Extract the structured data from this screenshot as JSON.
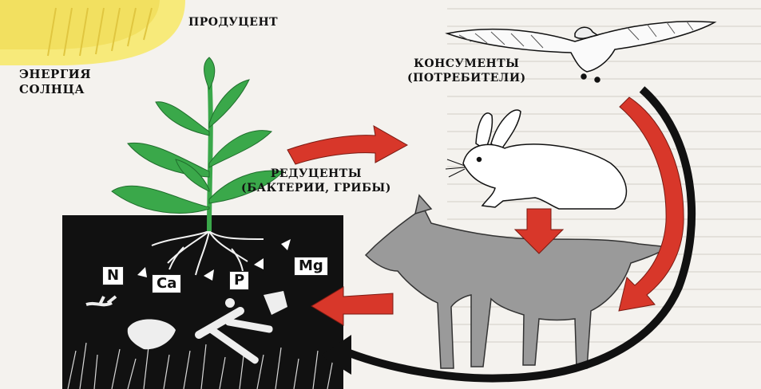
{
  "labels": {
    "sun_line1": "ЭНЕРГИЯ",
    "sun_line2": "СОЛНЦА",
    "producer": "ПРОДУЦЕНТ",
    "consumers_line1": "КОНСУМЕНТЫ",
    "consumers_line2": "(ПОТРЕБИТЕЛИ)",
    "decomposers_line1": "РЕДУЦЕНТЫ",
    "decomposers_line2": "(БАКТЕРИИ, ГРИБЫ)"
  },
  "elements": {
    "n": "N",
    "ca": "Ca",
    "p": "P",
    "mg": "Mg"
  },
  "colors": {
    "sun": "#f7ea7a",
    "leaf": "#3aa84a",
    "soil": "#111111",
    "arrow": "#d8372a",
    "wolf": "#9a9a9a"
  }
}
